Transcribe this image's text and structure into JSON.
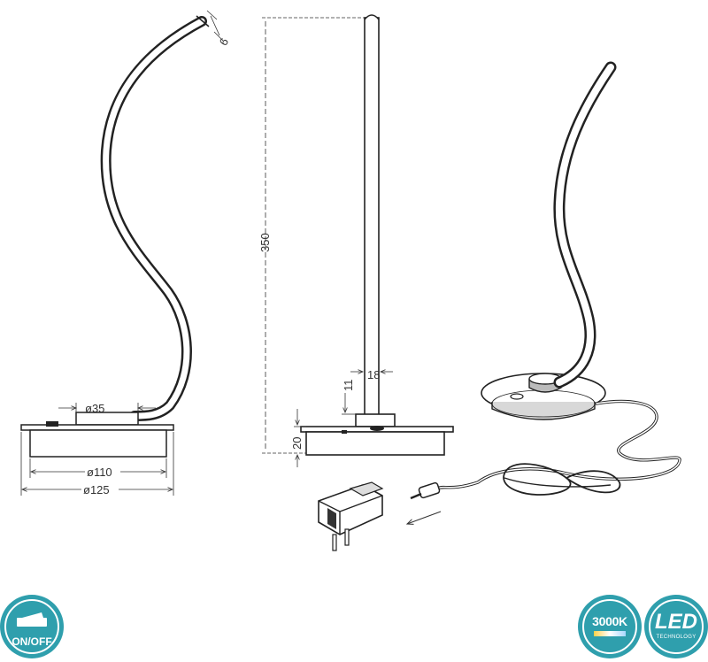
{
  "dimensions": {
    "top_tube": "6",
    "height": "350",
    "width": "18",
    "switch_height": "11",
    "base_height": "20",
    "stem_diameter": "ø35",
    "base_inner_diameter": "ø110",
    "base_outer_diameter": "ø125"
  },
  "badges": {
    "switch": {
      "label": "ON/OFF",
      "icon": "switch-icon"
    },
    "color_temp": {
      "label": "3000K",
      "icon": "color-temperature-icon"
    },
    "led": {
      "label": "LED",
      "sublabel": "TECHNOLOGY",
      "icon": "led-icon"
    }
  },
  "colors": {
    "badge": "#2f9fad",
    "line": "#222222"
  }
}
